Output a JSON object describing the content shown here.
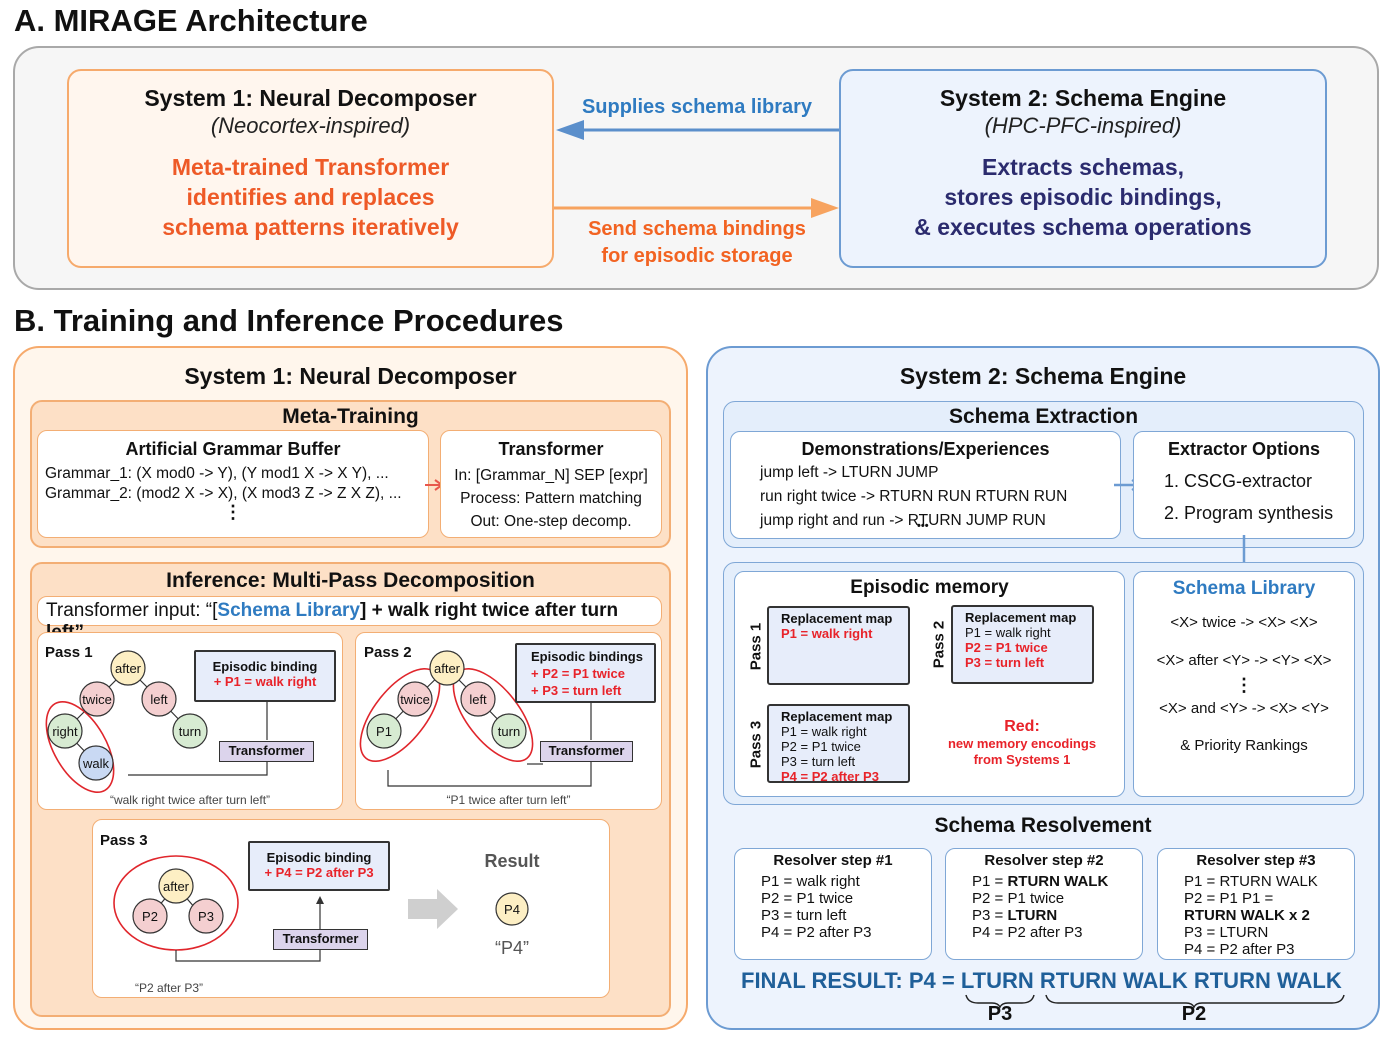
{
  "sectionA": {
    "heading": "A.  MIRAGE Architecture",
    "system1": {
      "title": "System 1: Neural Decomposer",
      "subtitle": "(Neocortex-inspired)",
      "lines": [
        "Meta-trained Transformer",
        "identifies and replaces",
        "schema patterns iteratively"
      ]
    },
    "system2": {
      "title": "System 2: Schema Engine",
      "subtitle": "(HPC-PFC-inspired)",
      "lines": [
        "Extracts schemas,",
        "stores episodic bindings,",
        "& executes schema operations"
      ]
    },
    "arrow_top_label": "Supplies schema library",
    "arrow_bottom_label": [
      "Send schema bindings",
      "for episodic storage"
    ]
  },
  "sectionB": {
    "heading": "B. Training and Inference Procedures",
    "left": {
      "title": "System 1: Neural Decomposer",
      "meta_training": {
        "title": "Meta-Training",
        "buffer": {
          "title": "Artificial Grammar Buffer",
          "lines": [
            "Grammar_1: (X mod0 -> Y), (Y mod1 X -> X Y), ...",
            "Grammar_2: (mod2 X -> X), (X mod3 Z -> Z X Z), ..."
          ],
          "ellipsis": "⋮"
        },
        "transformer": {
          "title": "Transformer",
          "lines": [
            "In: [Grammar_N] SEP [expr]",
            "Process: Pattern matching",
            "Out: One-step decomp."
          ]
        }
      },
      "inference": {
        "title": "Inference: Multi-Pass Decomposition",
        "input_prefix": "Transformer input: “[",
        "input_highlight": "Schema Library",
        "input_suffix": "] + walk right twice after turn left”",
        "transformer_label": "Transformer",
        "pass1": {
          "label": "Pass 1",
          "nodes": [
            "after",
            "twice",
            "left",
            "right",
            "turn",
            "walk"
          ],
          "binding_title": "Episodic binding",
          "bindings": [
            "+ P1 = walk right"
          ],
          "caption": "“walk right twice after turn left”"
        },
        "pass2": {
          "label": "Pass 2",
          "nodes": [
            "after",
            "twice",
            "left",
            "P1",
            "turn"
          ],
          "binding_title": "Episodic bindings",
          "bindings": [
            "+ P2 = P1 twice",
            "+ P3 = turn left"
          ],
          "caption": "“P1 twice after turn left”"
        },
        "pass3": {
          "label": "Pass 3",
          "nodes": [
            "after",
            "P2",
            "P3"
          ],
          "binding_title": "Episodic binding",
          "bindings": [
            "+ P4 = P2 after P3"
          ],
          "caption": "“P2 after P3”",
          "result_label": "Result",
          "result_node": "P4",
          "result_caption": "“P4”"
        }
      }
    },
    "right": {
      "title": "System 2: Schema Engine",
      "extraction": {
        "title": "Schema Extraction",
        "demos": {
          "title": "Demonstrations/Experiences",
          "lines": [
            "jump left -> LTURN JUMP",
            "run right twice -> RTURN RUN RTURN RUN",
            "jump right and run -> RTURN JUMP RUN"
          ],
          "ellipsis": "•••"
        },
        "extractor": {
          "title": "Extractor Options",
          "options": [
            "1. CSCG-extractor",
            "2. Program synthesis"
          ]
        }
      },
      "episodic_memory": {
        "title": "Episodic memory",
        "map_title": "Replacement map",
        "passes": [
          {
            "label": "Pass 1",
            "entries": [
              {
                "text": "P1 = walk right",
                "new": true
              }
            ]
          },
          {
            "label": "Pass 2",
            "entries": [
              {
                "text": "P1 = walk right",
                "new": false
              },
              {
                "text": "P2 = P1 twice",
                "new": true
              },
              {
                "text": "P3 = turn left",
                "new": true
              }
            ]
          },
          {
            "label": "Pass 3",
            "entries": [
              {
                "text": "P1 = walk right",
                "new": false
              },
              {
                "text": "P2 = P1 twice",
                "new": false
              },
              {
                "text": "P3 = turn left",
                "new": false
              },
              {
                "text": "P4 = P2 after P3",
                "new": true
              }
            ]
          }
        ],
        "legend_title": "Red:",
        "legend_lines": [
          "new memory encodings",
          "from Systems 1"
        ]
      },
      "schema_library": {
        "title": "Schema Library",
        "rules": [
          "<X> twice -> <X> <X>",
          "<X> after <Y> -> <Y> <X>",
          "<X> and <Y> -> <X> <Y>"
        ],
        "ellipsis": "⋮",
        "footer": "& Priority Rankings"
      },
      "resolvement": {
        "title": "Schema Resolvement",
        "steps": [
          {
            "title": "Resolver step #1",
            "lines": [
              {
                "pre": "P1 = ",
                "bold": "",
                "rest": "walk right"
              },
              {
                "pre": "P2 = ",
                "bold": "",
                "rest": "P1 twice"
              },
              {
                "pre": "P3 = ",
                "bold": "",
                "rest": "turn left"
              },
              {
                "pre": "P4 = ",
                "bold": "",
                "rest": "P2 after P3"
              }
            ]
          },
          {
            "title": "Resolver step #2",
            "lines": [
              {
                "pre": "P1 = ",
                "bold": "RTURN WALK",
                "rest": ""
              },
              {
                "pre": "P2 = ",
                "bold": "",
                "rest": "P1 twice"
              },
              {
                "pre": "P3 = ",
                "bold": "LTURN",
                "rest": ""
              },
              {
                "pre": "P4 = ",
                "bold": "",
                "rest": "P2 after P3"
              }
            ]
          },
          {
            "title": "Resolver step #3",
            "lines": [
              {
                "pre": "P1 = ",
                "bold": "",
                "rest": "RTURN WALK"
              },
              {
                "pre": "P2 = ",
                "bold": "",
                "rest": "P1 P1 ="
              },
              {
                "pre": "",
                "bold": "RTURN WALK x 2",
                "rest": ""
              },
              {
                "pre": "P3 = ",
                "bold": "",
                "rest": "LTURN"
              },
              {
                "pre": "P4 = ",
                "bold": "",
                "rest": "P2 after P3"
              }
            ]
          }
        ],
        "final_prefix": "FINAL RESULT: P4 = ",
        "final_p3_part": "LTURN",
        "final_p2_part": "RTURN WALK RTURN WALK",
        "brace_p3": "P3",
        "brace_p2": "P2"
      }
    }
  },
  "colors": {
    "orange_accent": "#f26322",
    "blue_accent": "#2f7bc1",
    "navy_text": "#2b2b6e",
    "new_memory_red": "#e8232a",
    "final_result_blue": "#1f5f99",
    "node_after": "#fdefc4",
    "node_modifier": "#f4cfd0",
    "node_direction": "#d7ebd2",
    "node_action": "#c9d9f3",
    "transformer_box": "#dcd4ec"
  }
}
